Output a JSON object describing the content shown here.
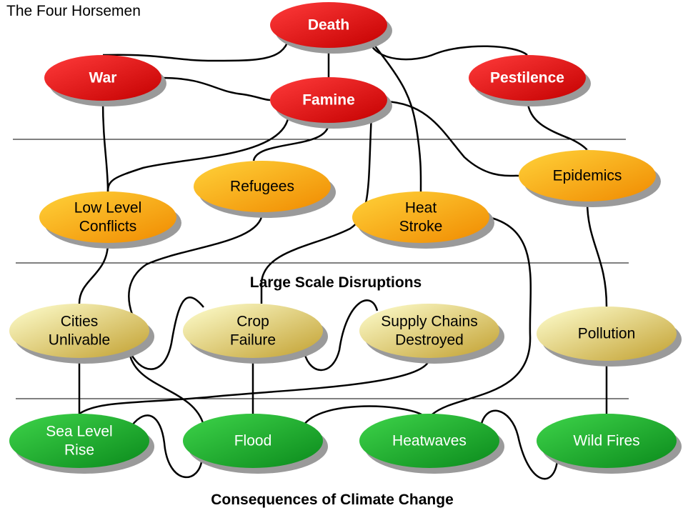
{
  "title": "The Four Horsemen",
  "section_labels": {
    "disruptions": "Large Scale Disruptions",
    "consequences": "Consequences of Climate Change"
  },
  "colors": {
    "red_light": "#ff3b3b",
    "red_dark": "#c40000",
    "orange_light": "#ffd23a",
    "orange_dark": "#f08a00",
    "yellow_light": "#ffffd0",
    "yellow_dark": "#c2a030",
    "green_light": "#3ed44a",
    "green_dark": "#0b8a1c",
    "line": "#000000",
    "shadow": "#9a9a9a"
  },
  "nodes": [
    {
      "id": "death",
      "tier": "red",
      "lines": [
        "Death"
      ]
    },
    {
      "id": "war",
      "tier": "red",
      "lines": [
        "War"
      ]
    },
    {
      "id": "famine",
      "tier": "red",
      "lines": [
        "Famine"
      ]
    },
    {
      "id": "pestilence",
      "tier": "red",
      "lines": [
        "Pestilence"
      ]
    },
    {
      "id": "refugees",
      "tier": "orange",
      "lines": [
        "Refugees"
      ]
    },
    {
      "id": "epidemics",
      "tier": "orange",
      "lines": [
        "Epidemics"
      ]
    },
    {
      "id": "low-level-conflicts",
      "tier": "orange",
      "lines": [
        "Low Level",
        "Conflicts"
      ]
    },
    {
      "id": "heat-stroke",
      "tier": "orange",
      "lines": [
        "Heat",
        "Stroke"
      ]
    },
    {
      "id": "cities-unlivable",
      "tier": "yellow",
      "lines": [
        "Cities",
        "Unlivable"
      ]
    },
    {
      "id": "crop-failure",
      "tier": "yellow",
      "lines": [
        "Crop",
        "Failure"
      ]
    },
    {
      "id": "supply-chains-destroyed",
      "tier": "yellow",
      "lines": [
        "Supply Chains",
        "Destroyed"
      ]
    },
    {
      "id": "pollution",
      "tier": "yellow",
      "lines": [
        "Pollution"
      ]
    },
    {
      "id": "sea-level-rise",
      "tier": "green",
      "lines": [
        "Sea Level",
        "Rise"
      ]
    },
    {
      "id": "flood",
      "tier": "green",
      "lines": [
        "Flood"
      ]
    },
    {
      "id": "heatwaves",
      "tier": "green",
      "lines": [
        "Heatwaves"
      ]
    },
    {
      "id": "wild-fires",
      "tier": "green",
      "lines": [
        "Wild Fires"
      ]
    }
  ],
  "edges": [
    [
      "death",
      "war"
    ],
    [
      "death",
      "pestilence"
    ],
    [
      "death",
      "famine"
    ],
    [
      "death",
      "heat-stroke"
    ],
    [
      "war",
      "famine"
    ],
    [
      "war",
      "low-level-conflicts"
    ],
    [
      "famine",
      "low-level-conflicts"
    ],
    [
      "famine",
      "refugees"
    ],
    [
      "famine",
      "epidemics"
    ],
    [
      "famine",
      "crop-failure"
    ],
    [
      "pestilence",
      "epidemics"
    ],
    [
      "epidemics",
      "pollution"
    ],
    [
      "low-level-conflicts",
      "cities-unlivable"
    ],
    [
      "refugees",
      "cities-unlivable"
    ],
    [
      "heat-stroke",
      "heatwaves"
    ],
    [
      "cities-unlivable",
      "sea-level-rise"
    ],
    [
      "cities-unlivable",
      "flood"
    ],
    [
      "cities-unlivable",
      "crop-failure"
    ],
    [
      "crop-failure",
      "flood"
    ],
    [
      "crop-failure",
      "supply-chains-destroyed"
    ],
    [
      "supply-chains-destroyed",
      "sea-level-rise"
    ],
    [
      "pollution",
      "wild-fires"
    ],
    [
      "sea-level-rise",
      "flood"
    ],
    [
      "flood",
      "heatwaves"
    ],
    [
      "heatwaves",
      "wild-fires"
    ]
  ]
}
